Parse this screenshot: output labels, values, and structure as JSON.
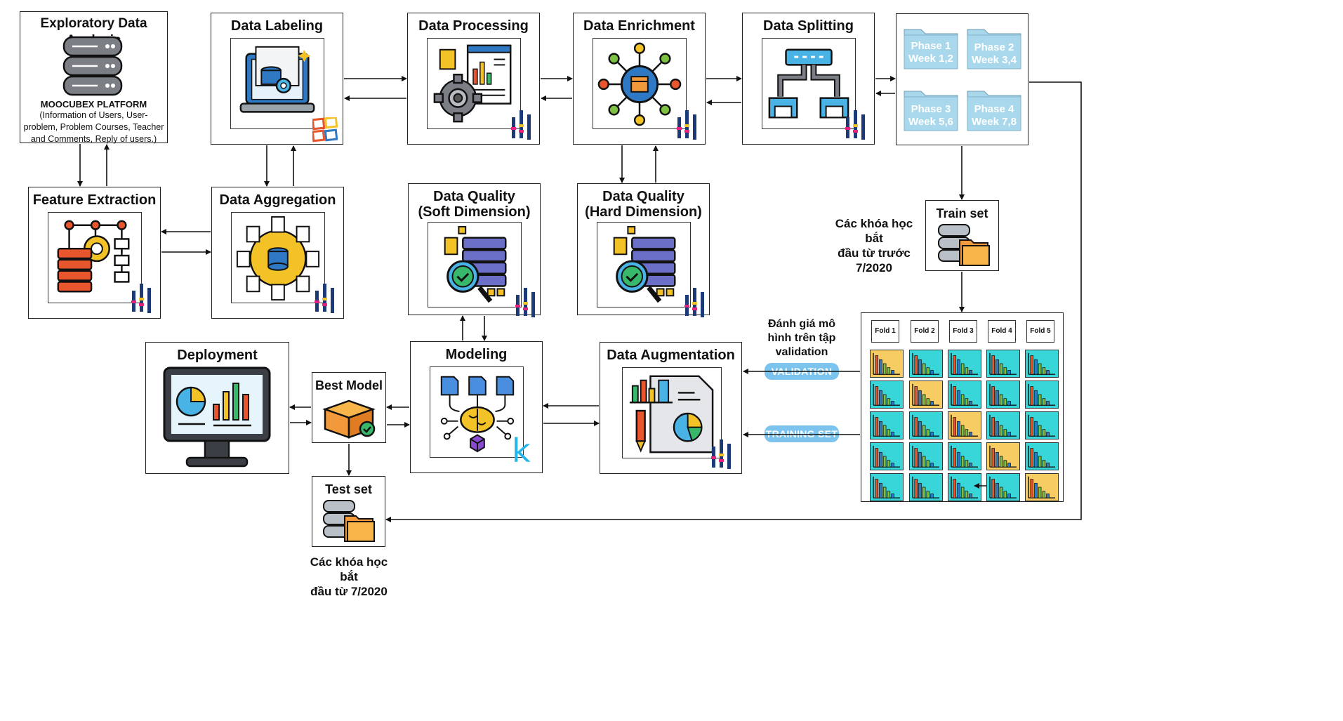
{
  "nodes": {
    "eda": {
      "title": "Exploratory Data Analysis",
      "platform": "MOOCUBEX PLATFORM",
      "desc": "(Information of Users, User-problem, Problem Courses, Teacher and Comments, Reply of users.)"
    },
    "labeling": {
      "title": "Data Labeling"
    },
    "processing": {
      "title": "Data Processing"
    },
    "enrichment": {
      "title": "Data Enrichment"
    },
    "splitting": {
      "title": "Data Splitting"
    },
    "feature": {
      "title": "Feature Extraction"
    },
    "aggregation": {
      "title": "Data Aggregation"
    },
    "quality_soft": {
      "title_line1": "Data Quality",
      "title_line2": "(Soft Dimension)"
    },
    "quality_hard": {
      "title_line1": "Data Quality",
      "title_line2": "(Hard Dimension)"
    },
    "train_set": {
      "title": "Train set"
    },
    "deployment": {
      "title": "Deployment"
    },
    "best_model": {
      "title": "Best Model"
    },
    "modeling": {
      "title": "Modeling"
    },
    "augmentation": {
      "title": "Data Augmentation"
    },
    "test_set": {
      "title": "Test set"
    }
  },
  "phases": [
    {
      "line1": "Phase 1",
      "line2": "Week 1,2"
    },
    {
      "line1": "Phase 2",
      "line2": "Week 3,4"
    },
    {
      "line1": "Phase 3",
      "line2": "Week 5,6"
    },
    {
      "line1": "Phase 4",
      "line2": "Week 7,8"
    }
  ],
  "folds": [
    "Fold 1",
    "Fold 2",
    "Fold 3",
    "Fold 4",
    "Fold 5"
  ],
  "validation_grid": [
    [
      1,
      0,
      0,
      0,
      0
    ],
    [
      0,
      1,
      0,
      0,
      0
    ],
    [
      0,
      0,
      1,
      0,
      0
    ],
    [
      0,
      0,
      0,
      1,
      0
    ],
    [
      0,
      0,
      0,
      0,
      1
    ]
  ],
  "notes": {
    "train_courses_l1": "Các khóa học bắt",
    "train_courses_l2": "đầu từ trước",
    "train_courses_l3": "7/2020",
    "eval_l1": "Đánh giá mô",
    "eval_l2": "hình trên tập",
    "eval_l3": "validation",
    "test_courses_l1": "Các khóa học bắt",
    "test_courses_l2": "đầu từ 7/2020"
  },
  "pills": {
    "validation": "VALIDATION SET",
    "training": "TRAINING SET"
  },
  "modeling_logo": "k",
  "colors": {
    "validation_cell": "#f7cd63",
    "training_cell": "#38d6d9",
    "pill": "#7cc4ee",
    "folder": "#a9d8ec",
    "logo_blue": "#1c3a78",
    "logo_pink": "#e6237a",
    "logo_yellow": "#f3c227"
  }
}
